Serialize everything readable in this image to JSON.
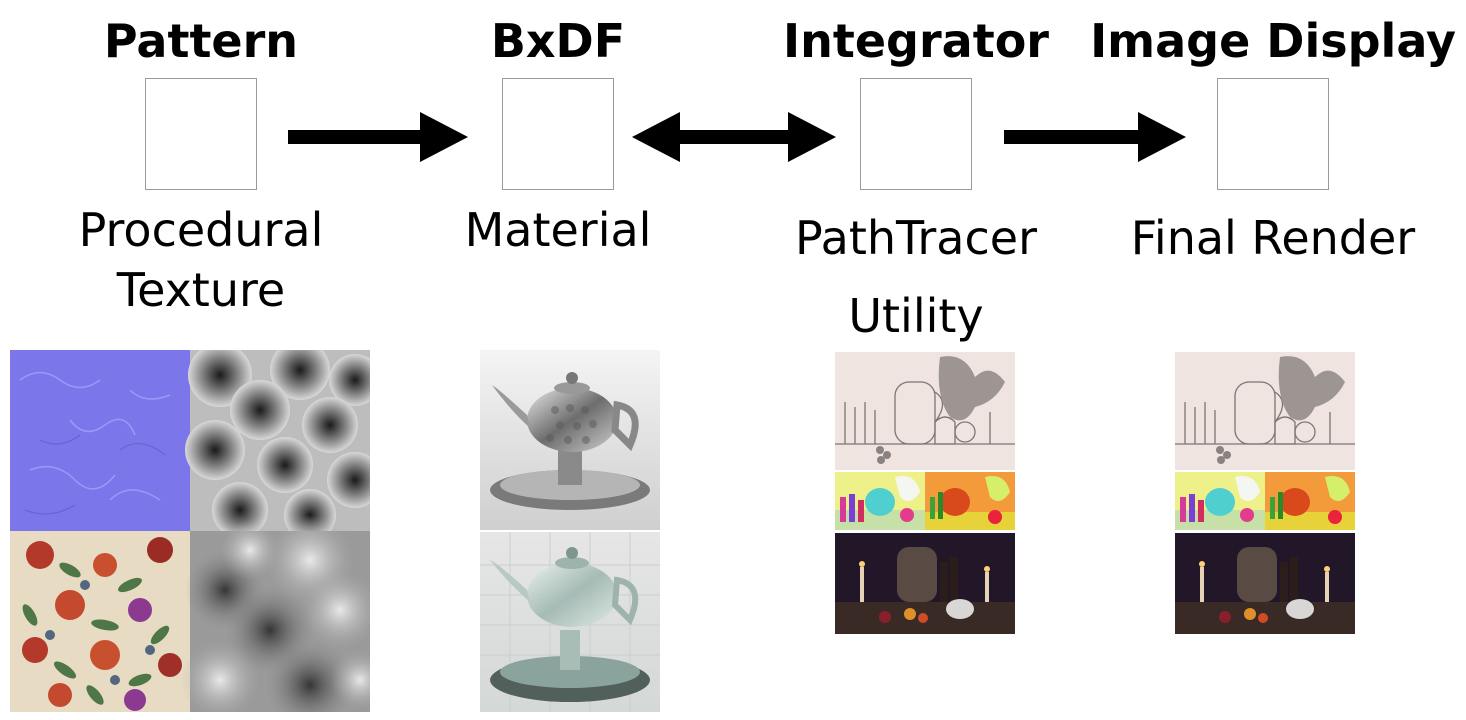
{
  "stages": [
    {
      "title": "Pattern",
      "line1": "Procedural",
      "line2": "Texture"
    },
    {
      "title": "BxDF",
      "line1": "Material",
      "line2": ""
    },
    {
      "title": "Integrator",
      "line1": "PathTracer",
      "line2": "Utility"
    },
    {
      "title": "Image Display",
      "line1": "Final Render",
      "line2": ""
    }
  ],
  "icons": {
    "pattern_swatches": "procedural-texture-swatches",
    "material_renders": "teapot-material-renders",
    "integrator_renders": "still-life-aov-renders",
    "final_renders": "still-life-final-renders"
  }
}
